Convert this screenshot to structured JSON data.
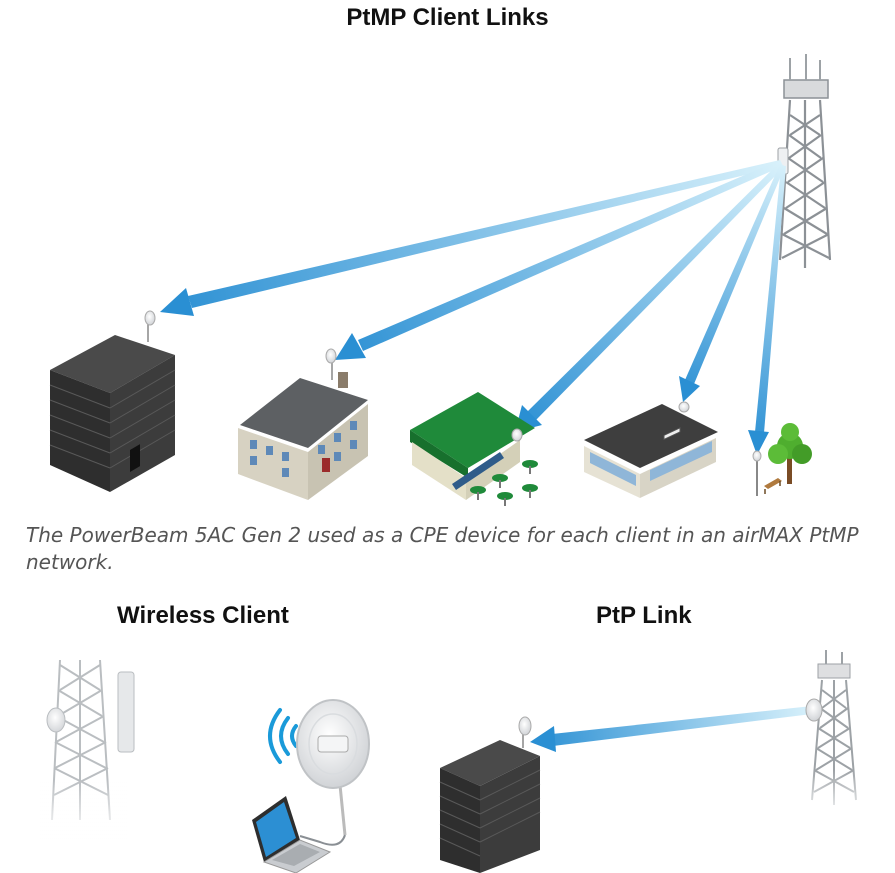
{
  "titles": {
    "ptmp": "PtMP Client Links",
    "wireless": "Wireless Client",
    "ptp": "PtP Link"
  },
  "caption": "The PowerBeam 5AC Gen 2 used as a CPE device for each client in an airMAX PtMP network.",
  "colors": {
    "beam_light": "#d8f1fb",
    "beam_dark": "#2a8fd3",
    "office_dark": "#3a3a3a",
    "roof_green": "#1f8a3a",
    "tree_green": "#4fae2f",
    "wifi_blue": "#1a9ad9"
  },
  "icons": [
    "office-building-icon",
    "house-icon",
    "cafe-icon",
    "store-icon",
    "tree-icon",
    "tower-icon",
    "dish-antenna-icon",
    "laptop-icon",
    "wifi-icon"
  ]
}
